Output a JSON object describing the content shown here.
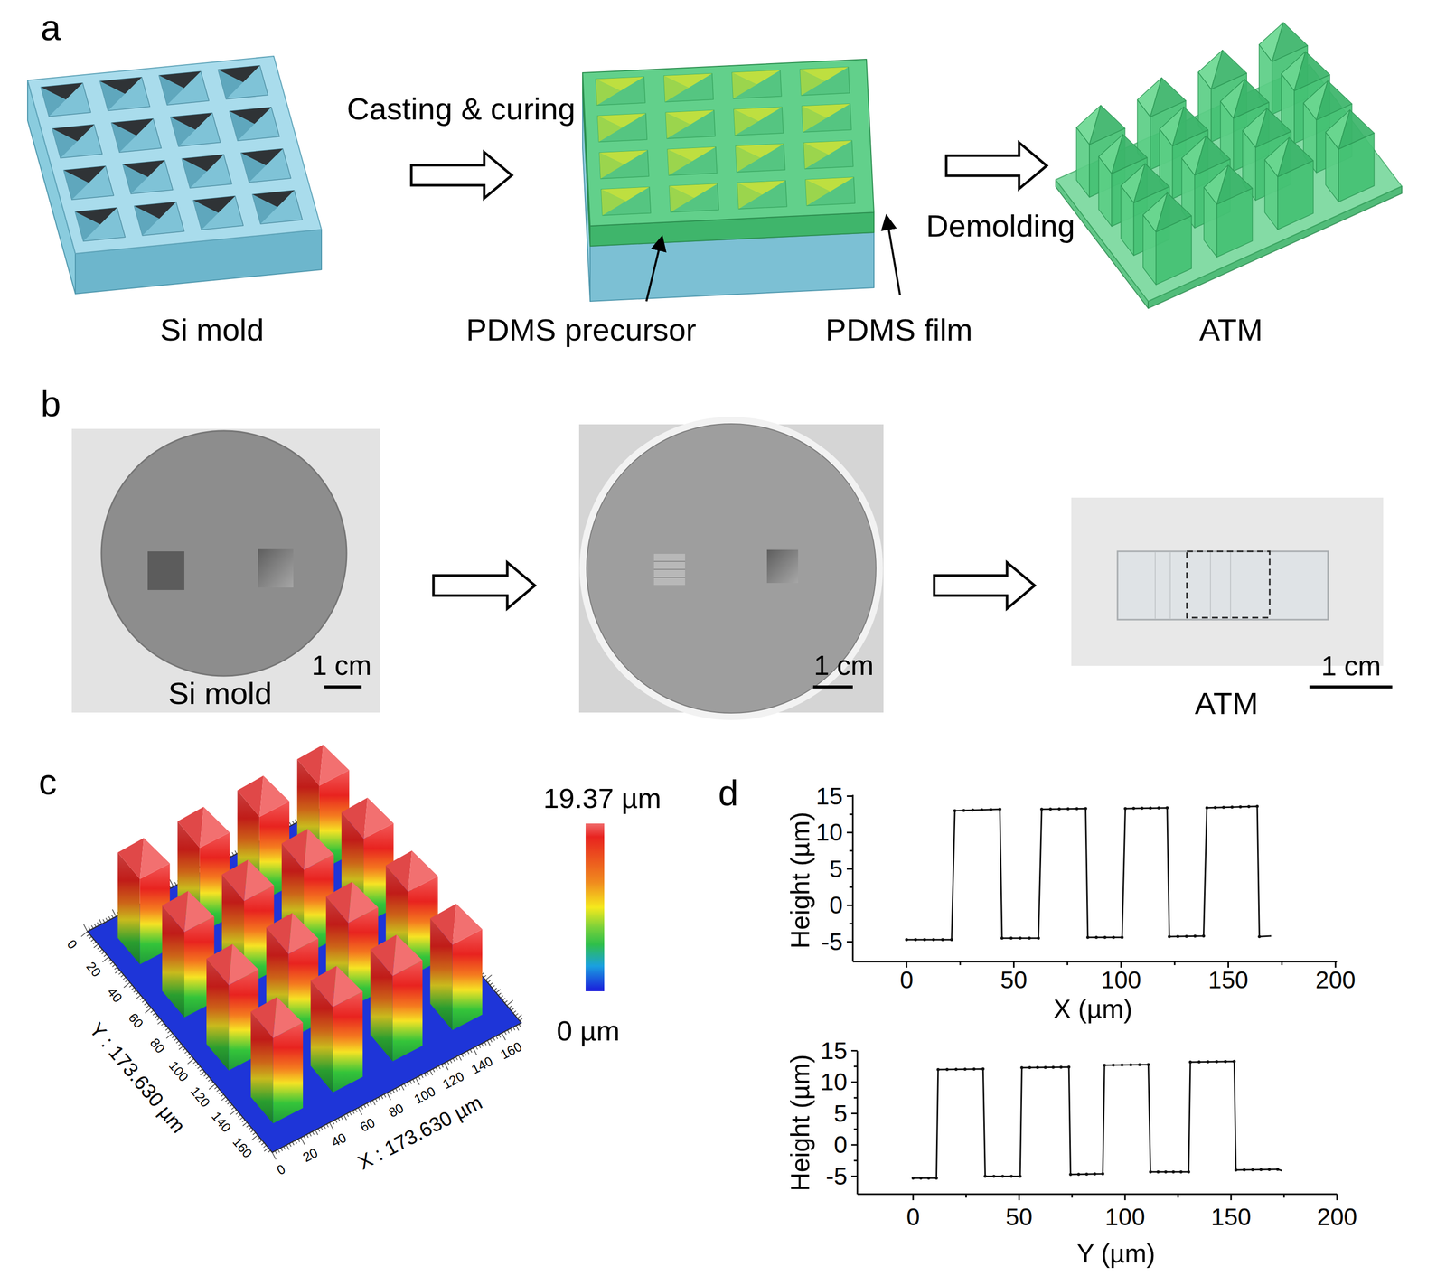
{
  "diagram": {
    "nodes": [
      {
        "text": [
          "Si mold"
        ]
      },
      {
        "text": [
          "PDMS precursor",
          "PDMS film"
        ]
      },
      {
        "text": [
          "ATM"
        ]
      },
      {
        "text": [
          "1 cm",
          "Si mold"
        ]
      },
      {
        "text": [
          "1 cm"
        ]
      },
      {
        "text": [
          "1 cm",
          "ATM"
        ]
      }
    ],
    "edges": [
      {
        "from": 0,
        "to": 1,
        "label": "Casting & curing",
        "arrow": "to"
      },
      {
        "from": 1,
        "to": 2,
        "label": "Demolding",
        "arrow": "to"
      },
      {
        "from": 3,
        "to": 4,
        "arrow": "to"
      },
      {
        "from": 4,
        "to": 5,
        "arrow": "to"
      }
    ],
    "labels": [
      "a",
      "b",
      "c",
      "d",
      "19.37 µm",
      "0 µm",
      "Y : 173.630 µm",
      "X : 173.630 µm",
      "0",
      "20",
      "40",
      "60",
      "80",
      "100",
      "120",
      "140",
      "160",
      "0",
      "20",
      "40",
      "60",
      "80",
      "100",
      "120",
      "140",
      "160",
      "15",
      "10",
      "5",
      "0",
      "-5",
      "0",
      "50",
      "100",
      "150",
      "200",
      "Height (µm)",
      "X (µm)",
      "15",
      "10",
      "5",
      "0",
      "-5",
      "0",
      "50",
      "100",
      "150",
      "200",
      "Height (µm)",
      "Y (µm)"
    ]
  }
}
